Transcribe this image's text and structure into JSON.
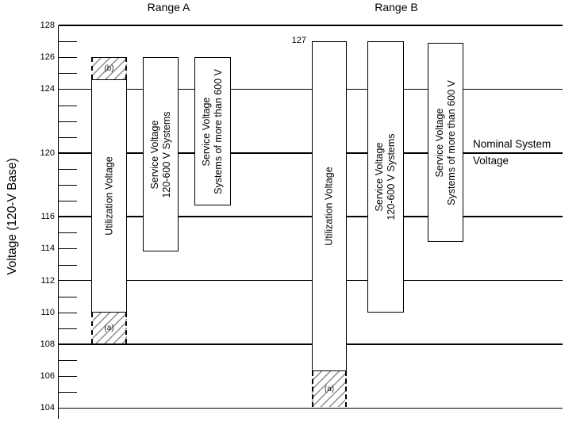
{
  "figure": {
    "ylabel": "Voltage (120-V Base)",
    "range_a_title": "Range A",
    "range_b_title": "Range B",
    "nominal_label_line1": "Nominal System",
    "nominal_label_line2": "Voltage",
    "range_b_max_annotation": "127"
  },
  "chart_data": {
    "type": "bar",
    "title": "",
    "xlabel": "",
    "ylabel": "Voltage (120-V Base)",
    "ylim": [
      104,
      128
    ],
    "ytick_labeled": [
      128,
      126,
      124,
      120,
      116,
      114,
      112,
      110,
      108,
      106,
      104
    ],
    "minor_ticks_every": 1,
    "gridline_voltages": [
      128,
      124,
      120,
      116,
      112,
      108,
      104
    ],
    "legend": "none",
    "grid": "horizontal lines at multiples of 4 volts",
    "groups": [
      {
        "name": "Range A",
        "bars": [
          {
            "label_lines": [
              "Utilization Voltage"
            ],
            "from": 110,
            "to": 124.6,
            "hatches": [
              {
                "note": "(b)",
                "from": 124.6,
                "to": 126
              },
              {
                "note": "(a)",
                "from": 108,
                "to": 110
              }
            ]
          },
          {
            "label_lines": [
              "Service Voltage",
              "120-600 V Systems"
            ],
            "from": 113.8,
            "to": 126,
            "hatches": []
          },
          {
            "label_lines": [
              "Service Voltage",
              "Systems of more than 600 V"
            ],
            "from": 116.7,
            "to": 126,
            "hatches": []
          }
        ]
      },
      {
        "name": "Range B",
        "bars": [
          {
            "label_lines": [
              "Utilization Voltage"
            ],
            "from": 106.3,
            "to": 127,
            "top_value_label": "127",
            "hatches": [
              {
                "note": "(a)",
                "from": 104,
                "to": 106.3
              }
            ]
          },
          {
            "label_lines": [
              "Service Voltage",
              "120-600 V Systems"
            ],
            "from": 110,
            "to": 127,
            "hatches": []
          },
          {
            "label_lines": [
              "Service Voltage",
              "Systems of more than 600 V"
            ],
            "from": 114.4,
            "to": 126.9,
            "hatches": []
          }
        ]
      }
    ],
    "annotations": [
      {
        "text": "127",
        "meaning": "top of Range B utilization/service bars"
      },
      {
        "text": "Nominal System Voltage",
        "at_voltage": 120,
        "position": "right side"
      }
    ]
  }
}
